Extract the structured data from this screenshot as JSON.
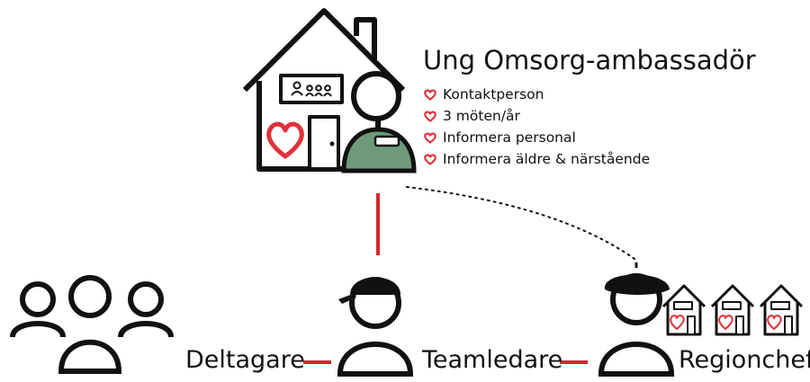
{
  "ambassador": {
    "title": "Ung Omsorg-ambassadör",
    "tasks": [
      "Kontaktperson",
      "3 möten/år",
      "Informera personal",
      "Informera äldre & närstående"
    ]
  },
  "roles": {
    "participants": "Deltagare",
    "team_leader": "Teamledare",
    "regional_manager": "Regionchef"
  },
  "colors": {
    "heart": "#e0323a",
    "connector": "#d8262e",
    "ambassador_shirt": "#6e9a7a",
    "outline": "#111111"
  }
}
